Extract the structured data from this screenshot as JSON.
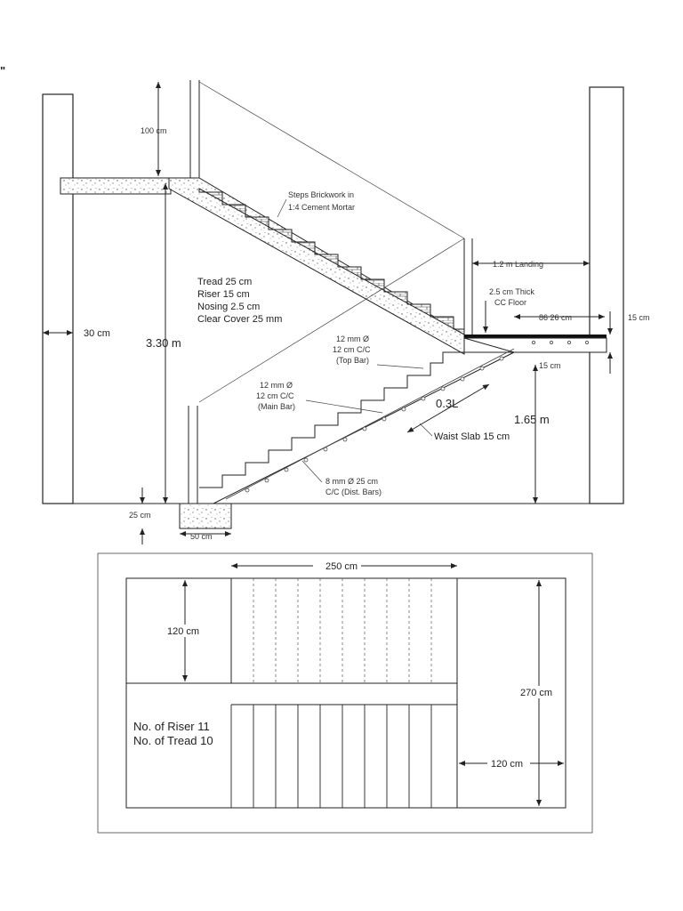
{
  "elevation": {
    "dim_100cm": "100 cm",
    "dim_30cm": "30 cm",
    "dim_330m": "3.30 m",
    "dim_25cm": "25 cm",
    "dim_50cm": "50 cm",
    "steps_brickwork_line1": "Steps Brickwork in",
    "steps_brickwork_line2": "1:4 Cement Mortar",
    "tread": "Tread 25 cm",
    "riser": "Riser 15 cm",
    "nosing": "Nosing 2.5 cm",
    "clear_cover": "Clear Cover 25 mm",
    "landing": "1.2 m Landing",
    "cc_floor_line1": "2.5 cm Thick",
    "cc_floor_line2": "CC Floor",
    "dim_8626": "86 26 cm",
    "dim_15cm_a": "15 cm",
    "dim_15cm_b": "15 cm",
    "top_bar_line1": "12 mm Ø",
    "top_bar_line2": "12 cm C/C",
    "top_bar_line3": "(Top Bar)",
    "main_bar_line1": "12 mm Ø",
    "main_bar_line2": "12 cm C/C",
    "main_bar_line3": "(Main Bar)",
    "dim_03L": "0.3L",
    "dim_165m": "1.65 m",
    "waist_slab": "Waist Slab 15 cm",
    "dist_bar_line1": "8 mm Ø 25 cm",
    "dist_bar_line2": "C/C (Dist. Bars)"
  },
  "plan": {
    "dim_250cm": "250 cm",
    "dim_120cm_a": "120 cm",
    "dim_270cm": "270 cm",
    "dim_120cm_b": "120 cm",
    "riser_count": "No. of Riser 11",
    "tread_count": "No. of Tread 10"
  }
}
